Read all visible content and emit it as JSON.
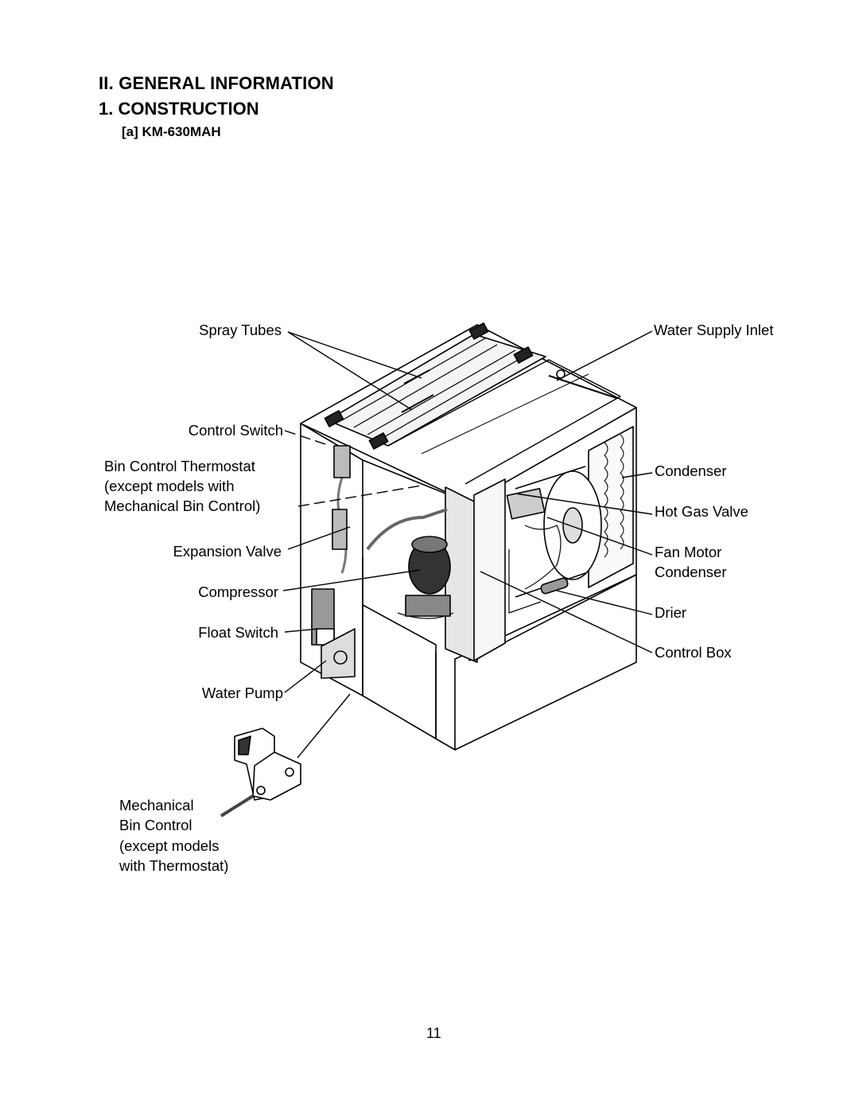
{
  "header": {
    "section": "II. GENERAL INFORMATION",
    "subsection": "1. CONSTRUCTION",
    "model": "[a] KM-630MAH"
  },
  "labels": {
    "spray_tubes": "Spray Tubes",
    "control_switch": "Control Switch",
    "bin_thermo_1": "Bin Control Thermostat",
    "bin_thermo_2": "(except models with",
    "bin_thermo_3": "Mechanical Bin Control)",
    "expansion_valve": "Expansion Valve",
    "compressor": "Compressor",
    "float_switch": "Float Switch",
    "water_pump": "Water Pump",
    "mech_bin_1": "Mechanical",
    "mech_bin_2": "Bin Control",
    "mech_bin_3": "(except models",
    "mech_bin_4": "with Thermostat)",
    "water_supply_inlet": "Water Supply Inlet",
    "condenser": "Condenser",
    "hot_gas_valve": "Hot Gas Valve",
    "fan_motor_1": "Fan Motor",
    "fan_motor_2": "Condenser",
    "drier": "Drier",
    "control_box": "Control Box"
  },
  "page_number": "11"
}
